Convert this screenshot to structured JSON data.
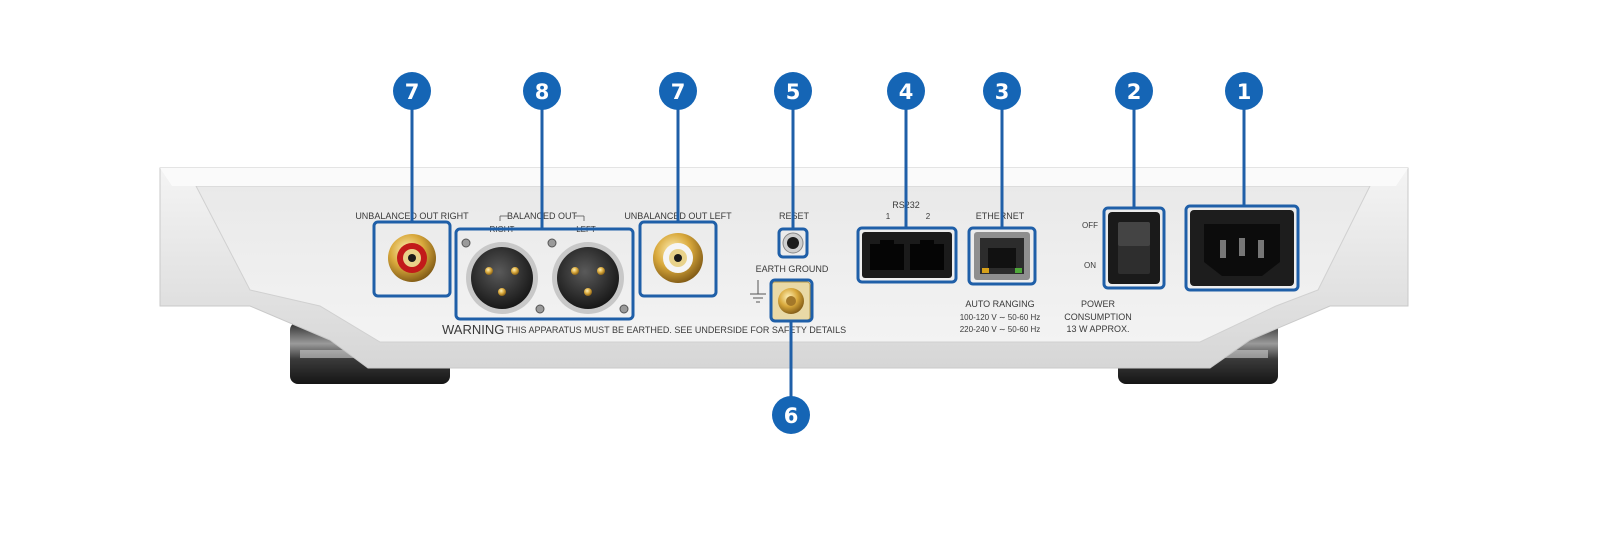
{
  "colors": {
    "badge": "#1565b5",
    "outline": "#1f5fa8",
    "panel": "#ededed",
    "body": "#e3e3e3"
  },
  "panel_labels": {
    "unbalanced_out_right": "UNBALANCED OUT RIGHT",
    "balanced_out": "BALANCED OUT",
    "right": "RIGHT",
    "left": "LEFT",
    "unbalanced_out_left": "UNBALANCED OUT LEFT",
    "reset": "RESET",
    "earth_ground": "EARTH GROUND",
    "rs232": "RS232",
    "rs232_port_1": "1",
    "rs232_port_2": "2",
    "ethernet": "ETHERNET",
    "off": "OFF",
    "on": "ON",
    "auto_ranging": "AUTO RANGING",
    "voltage_line_1": "100-120 V ∼ 50-60 Hz",
    "voltage_line_2": "220-240 V ∼ 50-60 Hz",
    "power_consumption_1": "POWER",
    "power_consumption_2": "CONSUMPTION",
    "power_consumption_3": "13 W APPROX.",
    "warning_title": "WARNING",
    "warning_text": "THIS APPARATUS MUST BE EARTHED. SEE UNDERSIDE FOR SAFETY DETAILS"
  },
  "callouts": [
    "7",
    "8",
    "7",
    "5",
    "4",
    "3",
    "2",
    "1",
    "6"
  ]
}
